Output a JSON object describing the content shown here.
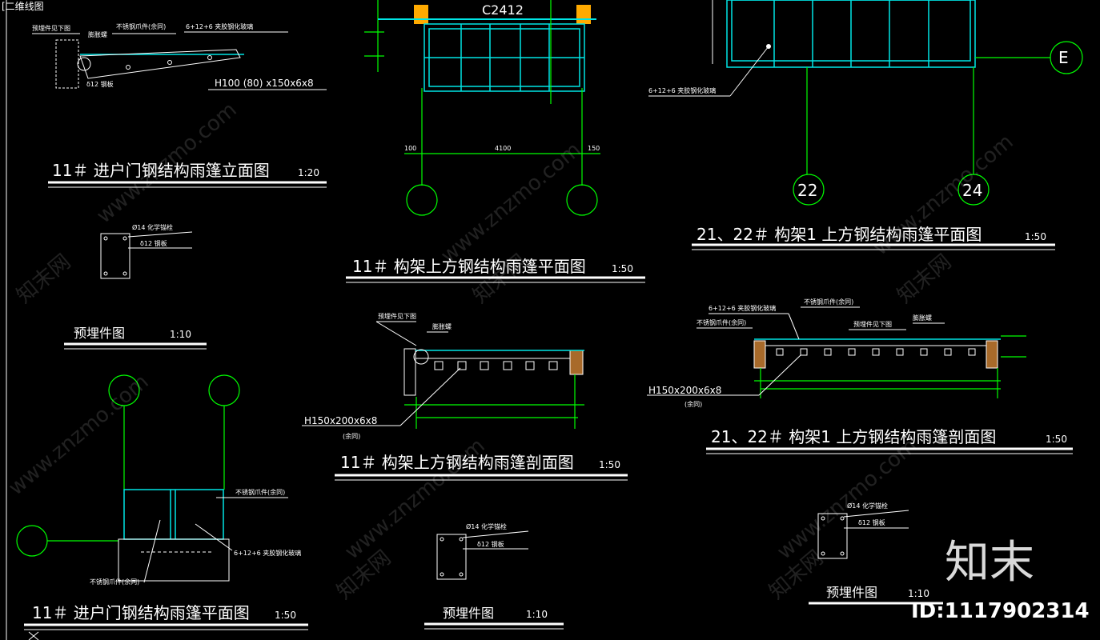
{
  "window": {
    "tab_label": "[二维线图"
  },
  "views": {
    "door_elevation": {
      "title": "11＃ 进户门钢结构雨篷立面图",
      "scale": "1:20",
      "notes": [
        "预埋件见下图",
        "膨胀螺",
        "不锈钢爪件(余同)",
        "6+12+6 夹胶钢化玻璃",
        "δ12 钢板",
        "H100 (80) x150x6x8"
      ]
    },
    "embed_1": {
      "title": "预埋件图",
      "scale": "1:10",
      "notes": [
        "Ø14 化学锚栓",
        "δ12 钢板"
      ]
    },
    "door_plan": {
      "title": "11＃ 进户门钢结构雨篷平面图",
      "scale": "1:50",
      "notes": [
        "不锈钢爪件(余同)",
        "6+12+6 夹胶钢化玻璃",
        "不锈钢爪件(余同)"
      ]
    },
    "frame11_plan": {
      "title": "11＃ 构架上方钢结构雨篷平面图",
      "scale": "1:50",
      "label": "C2412",
      "dims": [
        "100",
        "4100",
        "150"
      ]
    },
    "frame11_section": {
      "title": "11＃ 构架上方钢结构雨篷剖面图",
      "scale": "1:50",
      "notes": [
        "预埋件见下图",
        "膨胀螺",
        "H150x200x6x8",
        "(余同)"
      ]
    },
    "embed_2": {
      "title": "预埋件图",
      "scale": "1:10",
      "notes": [
        "Ø14 化学锚栓",
        "δ12 钢板"
      ]
    },
    "frame1_plan": {
      "title": "21、22＃ 构架1 上方钢结构雨篷平面图",
      "scale": "1:50",
      "note": "6+12+6 夹胶钢化玻璃",
      "axes": [
        "E",
        "22",
        "24"
      ]
    },
    "frame1_section": {
      "title": "21、22＃ 构架1 上方钢结构雨篷剖面图",
      "scale": "1:50",
      "notes": [
        "6+12+6 夹胶钢化玻璃",
        "不锈钢爪件(余同)",
        "不锈钢爪件(余同)",
        "预埋件见下图",
        "膨胀螺",
        "H150x200x6x8",
        "(余同)"
      ]
    },
    "embed_3": {
      "title": "预埋件图",
      "scale": "1:10",
      "notes": [
        "Ø14 化学锚栓",
        "δ12 钢板"
      ]
    }
  },
  "watermark": {
    "site": "www.znzmo.com",
    "brand_cn": "知末网",
    "logo": "知末",
    "id_label": "ID:1117902314"
  },
  "colors": {
    "background": "#000000",
    "line_green": "#00ff00",
    "line_cyan": "#00e5e5",
    "column": "#ffaa00",
    "text": "#ffffff"
  }
}
